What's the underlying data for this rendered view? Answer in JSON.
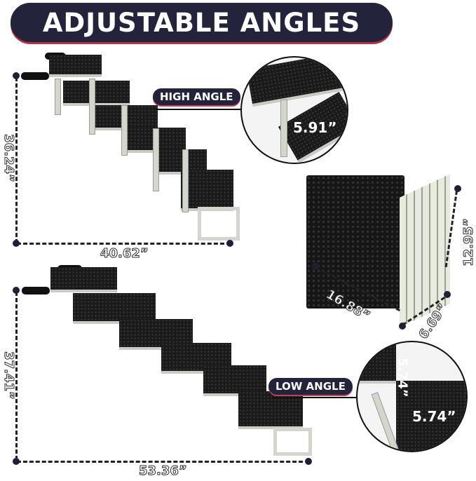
{
  "banner": {
    "title": "ADJUSTABLE ANGLES",
    "bg_color": "#23233b",
    "shadow_color": "#b23246"
  },
  "high_angle": {
    "label": "HIGH ANGLE",
    "height": "36.24”",
    "length": "40.62”",
    "step_rise": "5.91”"
  },
  "folded": {
    "height": "12.95”",
    "width": "16.88”",
    "depth": "6.69”"
  },
  "low_angle": {
    "label": "LOW ANGLE",
    "height": "37.41”",
    "length": "53.36”",
    "step_rise": "5.74”",
    "step_depth": "5.74”"
  }
}
